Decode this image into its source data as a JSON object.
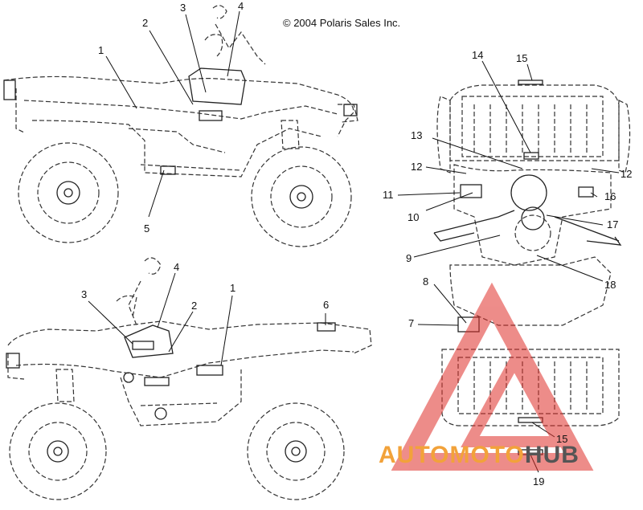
{
  "copyright": "© 2004 Polaris Sales Inc.",
  "callouts": {
    "side_right": [
      "1",
      "2",
      "3",
      "4",
      "5"
    ],
    "side_left": [
      "1",
      "2",
      "3",
      "4",
      "6"
    ],
    "top": [
      "7",
      "8",
      "9",
      "10",
      "11",
      "12",
      "12",
      "13",
      "14",
      "15",
      "16",
      "17",
      "18",
      "15",
      "19"
    ]
  },
  "watermark": {
    "part1": "AUTOMOTO",
    "part2": "HUB",
    "color_primary": "#f2a23a",
    "color_secondary": "#555555",
    "triangle_color": "#e0302a"
  }
}
